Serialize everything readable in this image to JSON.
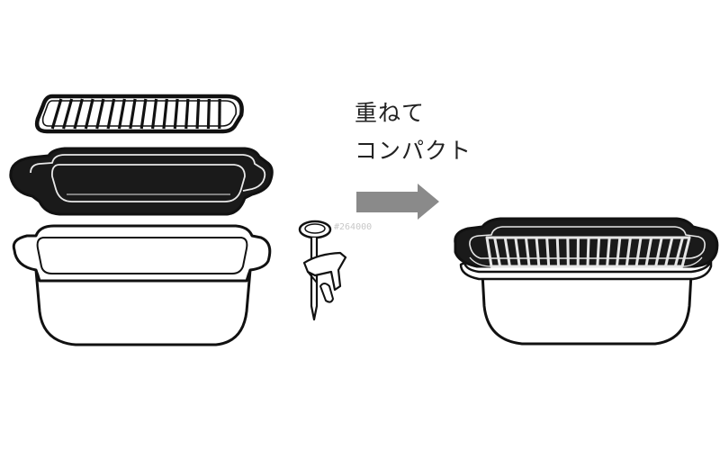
{
  "caption": {
    "line1": "重ねて",
    "line2": "コンパクト"
  },
  "watermark_text": "#264000",
  "arrow": {
    "color": "#8a8a8a",
    "icon": "right-arrow-icon"
  },
  "parts": [
    {
      "name": "wire-rack",
      "icon": "wire-rack-icon"
    },
    {
      "name": "dark-inner-pan",
      "icon": "inner-pan-icon"
    },
    {
      "name": "outer-pot",
      "icon": "outer-pot-icon"
    },
    {
      "name": "thermometer",
      "icon": "thermometer-icon"
    },
    {
      "name": "stacked-set",
      "icon": "stacked-set-icon"
    }
  ],
  "colors": {
    "stroke": "#111111",
    "pan_fill": "#1a1a1a",
    "rack_on_dark": "#e6e6e6"
  }
}
